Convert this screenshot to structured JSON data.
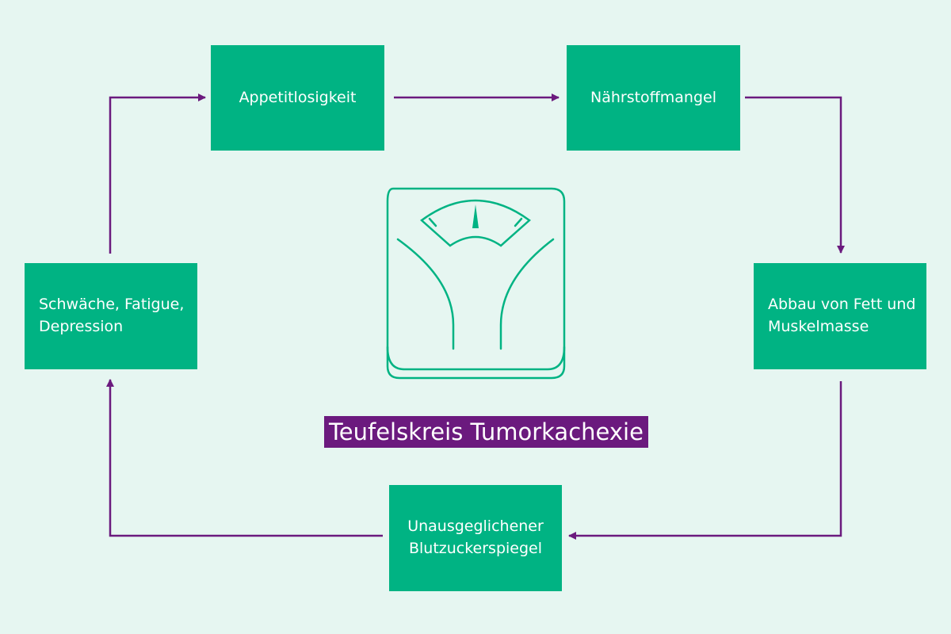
{
  "colors": {
    "background": "#e6f6f1",
    "box": "#00b383",
    "arrow": "#6b1a7e",
    "title_bg": "#6b1a7e"
  },
  "nodes": {
    "appetite": {
      "lines": [
        "Appetitlosigkeit"
      ]
    },
    "nutrient": {
      "lines": [
        "Nährstoffmangel"
      ]
    },
    "breakdown": {
      "lines": [
        "Abbau von Fett und",
        "Muskelmasse"
      ]
    },
    "bloodsugar": {
      "lines": [
        "Unausgeglichener",
        "Blutzuckerspiegel"
      ]
    },
    "weakness": {
      "lines": [
        "Schwäche, Fatigue,",
        "Depression"
      ]
    }
  },
  "edges": [
    {
      "from": "appetite",
      "to": "nutrient"
    },
    {
      "from": "nutrient",
      "to": "breakdown"
    },
    {
      "from": "breakdown",
      "to": "bloodsugar"
    },
    {
      "from": "bloodsugar",
      "to": "weakness"
    },
    {
      "from": "weakness",
      "to": "appetite"
    }
  ],
  "title": "Teufelskreis Tumorkachexie",
  "center_icon": "bathroom-scale-icon"
}
